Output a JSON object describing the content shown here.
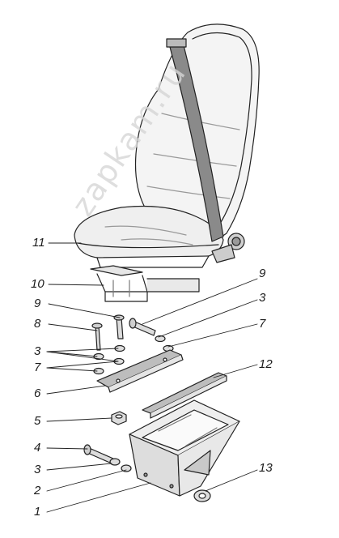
{
  "labels": {
    "l1": "1",
    "l2": "2",
    "l3a": "3",
    "l3b": "3",
    "l3c": "3",
    "l4": "4",
    "l5": "5",
    "l6": "6",
    "l7a": "7",
    "l7b": "7",
    "l8": "8",
    "l9a": "9",
    "l9b": "9",
    "l10": "10",
    "l11": "11",
    "l12": "12",
    "l13": "13"
  },
  "watermark": "zapkam.ru",
  "colors": {
    "line": "#222222",
    "strap": "#8a8a8a",
    "shade": "#b9b9b9"
  }
}
